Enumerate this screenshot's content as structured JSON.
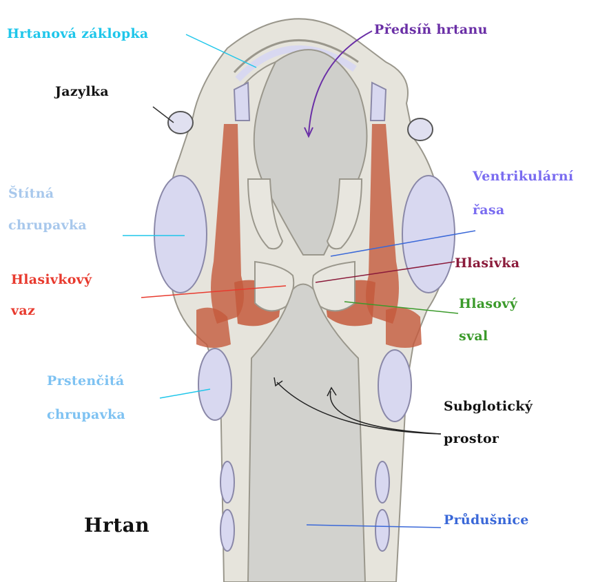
{
  "colors": {
    "cyan": "#1ec6ea",
    "purple": "#6a2fa6",
    "black": "#111111",
    "light_blue": "#a8c8ec",
    "violet_blue": "#7a6cf0",
    "red": "#e83a2e",
    "maroon": "#8a1a3a",
    "green": "#3a9a2a",
    "sky_blue": "#7ec2f2",
    "blue": "#3a68d8",
    "tissue": "#e8e6df",
    "tissue_dark": "#bdbab0",
    "cartilage": "#d8d8f0",
    "muscle": "#c45a3c",
    "lumen": "#cfcfcb"
  },
  "labels": {
    "epiglottis": "Hrtanová záklopka",
    "vestibule": "Předsíň hrtanu",
    "hyoid": "Jazylka",
    "thyroid_line1": "Štítná",
    "thyroid_line2": "chrupavka",
    "ventricular_line1": "Ventrikulární",
    "ventricular_line2": "řasa",
    "vocal_ligament_line1": "Hlasivkový",
    "vocal_ligament_line2": "vaz",
    "vocal_fold": "Hlasivka",
    "vocal_muscle_line1": "Hlasový",
    "vocal_muscle_line2": "sval",
    "cricoid_line1": "Prstenčitá",
    "cricoid_line2": "chrupavka",
    "subglottic_line1": "Subglotický",
    "subglottic_line2": "prostor",
    "trachea": "Průdušnice",
    "larynx": "Hrtan"
  }
}
